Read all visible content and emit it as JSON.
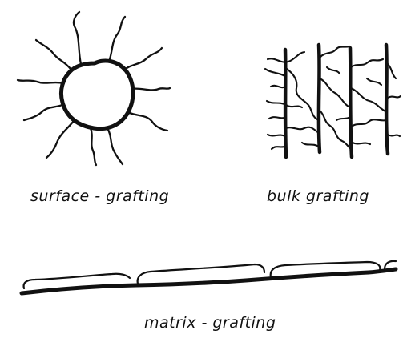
{
  "diagrams": {
    "surface": {
      "label": "surface - grafting"
    },
    "bulk": {
      "label": "bulk grafting"
    },
    "matrix": {
      "label": "matrix - grafting"
    }
  },
  "colors": {
    "ink": "#111111",
    "background": "#ffffff"
  }
}
